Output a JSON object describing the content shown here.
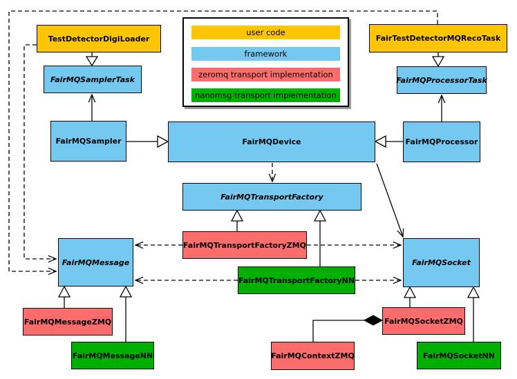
{
  "colors": {
    "user_code": "#FFC500",
    "framework": "#75C8EF",
    "zeromq": "#FB6D6D",
    "nanomsg": "#00B000",
    "line": "#000000",
    "background": "#FFFFFF"
  },
  "legend": {
    "items": [
      {
        "label": "user code",
        "color": "#FFC500"
      },
      {
        "label": "framework",
        "color": "#75C8EF"
      },
      {
        "label": "zeromq transport implementation",
        "color": "#FB6D6D"
      },
      {
        "label": "nanomsg transport implementation",
        "color": "#00B000"
      }
    ]
  },
  "nodes": {
    "test_detector_digi_loader": {
      "label": "TestDetectorDigiLoader",
      "category": "user code",
      "abstract": false
    },
    "fair_test_detector_mq_reco_task": {
      "label": "FairTestDetectorMQRecoTask",
      "category": "user code",
      "abstract": false
    },
    "fairmq_sampler_task": {
      "label": "FairMQSamplerTask",
      "category": "framework",
      "abstract": true
    },
    "fairmq_processor_task": {
      "label": "FairMQProcessorTask",
      "category": "framework",
      "abstract": true
    },
    "fairmq_sampler": {
      "label": "FairMQSampler",
      "category": "framework",
      "abstract": false
    },
    "fairmq_device": {
      "label": "FairMQDevice",
      "category": "framework",
      "abstract": false
    },
    "fairmq_processor": {
      "label": "FairMQProcessor",
      "category": "framework",
      "abstract": false
    },
    "fairmq_transport_factory": {
      "label": "FairMQTransportFactory",
      "category": "framework",
      "abstract": true
    },
    "fairmq_transport_factory_zmq": {
      "label": "FairMQTransportFactoryZMQ",
      "category": "zeromq",
      "abstract": false
    },
    "fairmq_transport_factory_nn": {
      "label": "FairMQTransportFactoryNN",
      "category": "nanomsg",
      "abstract": false
    },
    "fairmq_message": {
      "label": "FairMQMessage",
      "category": "framework",
      "abstract": true
    },
    "fairmq_socket": {
      "label": "FairMQSocket",
      "category": "framework",
      "abstract": true
    },
    "fairmq_message_zmq": {
      "label": "FairMQMessageZMQ",
      "category": "zeromq",
      "abstract": false
    },
    "fairmq_message_nn": {
      "label": "FairMQMessageNN",
      "category": "nanomsg",
      "abstract": false
    },
    "fairmq_socket_zmq": {
      "label": "FairMQSocketZMQ",
      "category": "zeromq",
      "abstract": false
    },
    "fairmq_context_zmq": {
      "label": "FairMQContextZMQ",
      "category": "zeromq",
      "abstract": false
    },
    "fairmq_socket_nn": {
      "label": "FairMQSocketNN",
      "category": "nanomsg",
      "abstract": false
    }
  },
  "relationships": [
    {
      "from": "TestDetectorDigiLoader",
      "to": "FairMQSamplerTask",
      "type": "inheritance"
    },
    {
      "from": "FairTestDetectorMQRecoTask",
      "to": "FairMQProcessorTask",
      "type": "inheritance"
    },
    {
      "from": "FairMQSampler",
      "to": "FairMQDevice",
      "type": "inheritance"
    },
    {
      "from": "FairMQProcessor",
      "to": "FairMQDevice",
      "type": "inheritance"
    },
    {
      "from": "FairMQSampler",
      "to": "FairMQSamplerTask",
      "type": "association"
    },
    {
      "from": "FairMQProcessor",
      "to": "FairMQProcessorTask",
      "type": "association"
    },
    {
      "from": "FairMQDevice",
      "to": "FairMQTransportFactory",
      "type": "dependency"
    },
    {
      "from": "FairMQDevice",
      "to": "FairMQSocket",
      "type": "association"
    },
    {
      "from": "FairMQTransportFactoryZMQ",
      "to": "FairMQTransportFactory",
      "type": "inheritance"
    },
    {
      "from": "FairMQTransportFactoryNN",
      "to": "FairMQTransportFactory",
      "type": "inheritance"
    },
    {
      "from": "FairMQTransportFactoryZMQ",
      "to": "FairMQMessage",
      "type": "dependency"
    },
    {
      "from": "FairMQTransportFactoryZMQ",
      "to": "FairMQSocket",
      "type": "dependency"
    },
    {
      "from": "FairMQTransportFactoryNN",
      "to": "FairMQMessage",
      "type": "dependency"
    },
    {
      "from": "FairMQTransportFactoryNN",
      "to": "FairMQSocket",
      "type": "dependency"
    },
    {
      "from": "TestDetectorDigiLoader",
      "to": "FairMQMessage",
      "type": "dependency"
    },
    {
      "from": "FairTestDetectorMQRecoTask",
      "to": "FairMQMessage",
      "type": "dependency"
    },
    {
      "from": "FairMQMessageZMQ",
      "to": "FairMQMessage",
      "type": "inheritance"
    },
    {
      "from": "FairMQMessageNN",
      "to": "FairMQMessage",
      "type": "inheritance"
    },
    {
      "from": "FairMQSocketZMQ",
      "to": "FairMQSocket",
      "type": "inheritance"
    },
    {
      "from": "FairMQSocketNN",
      "to": "FairMQSocket",
      "type": "inheritance"
    },
    {
      "from": "FairMQSocketZMQ",
      "to": "FairMQContextZMQ",
      "type": "composition"
    }
  ]
}
